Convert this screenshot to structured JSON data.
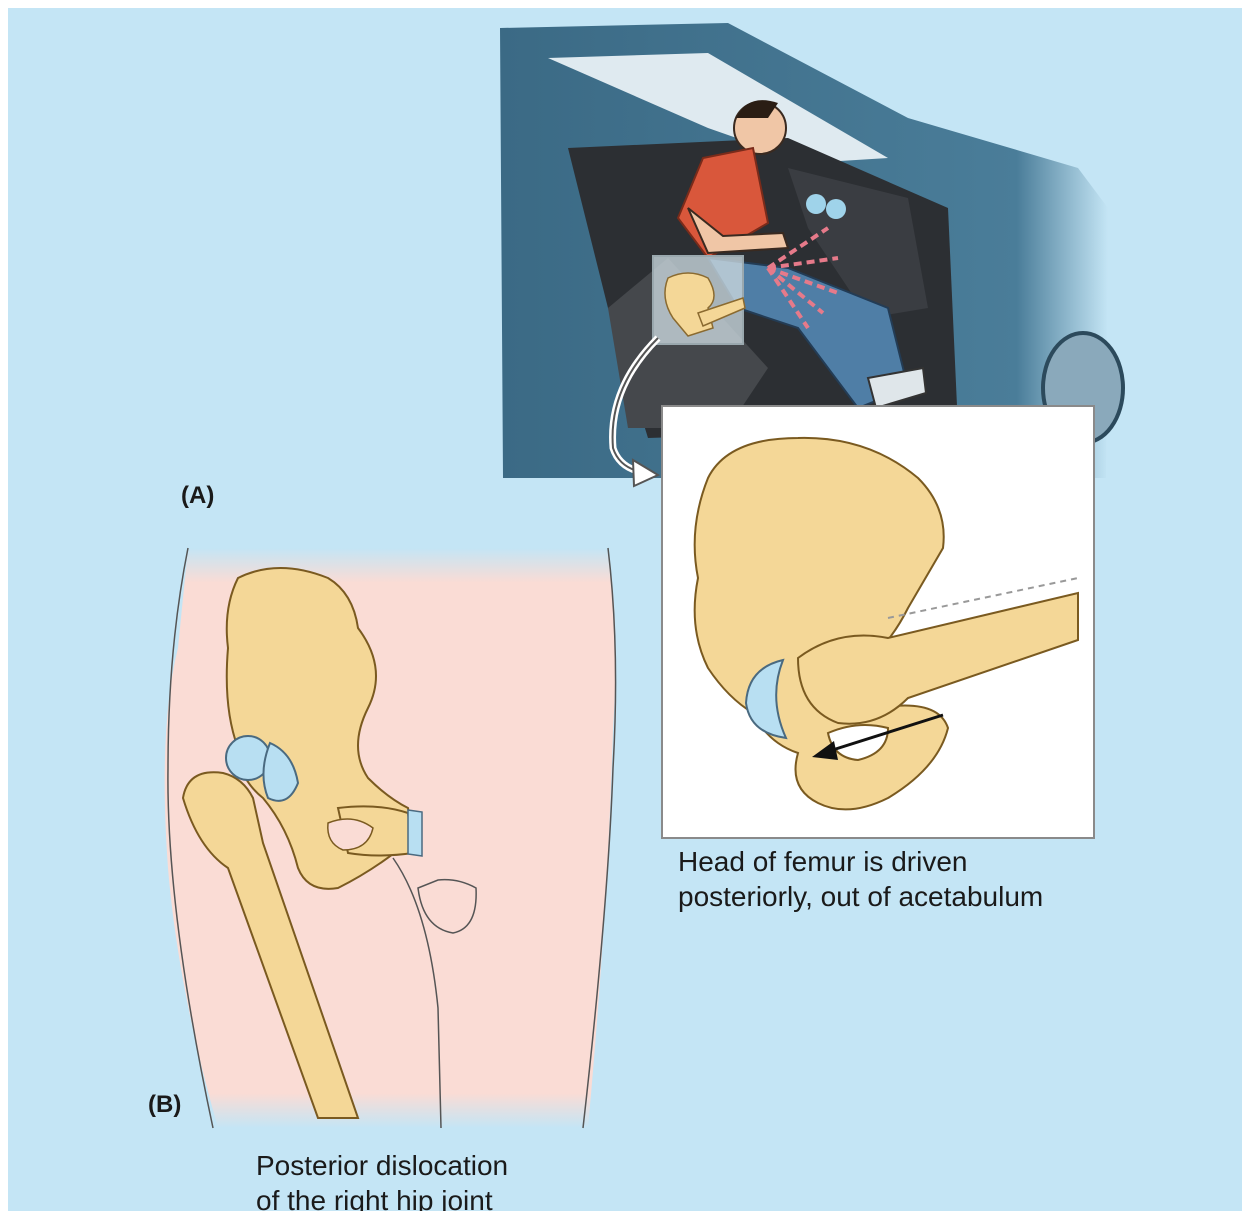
{
  "labels": {
    "panel_a": "(A)",
    "panel_b": "(B)"
  },
  "captions": {
    "femur_head": [
      "Head of femur is driven",
      "posteriorly, out of acetabulum"
    ],
    "dislocation": [
      "Posterior dislocation",
      "of the right hip joint"
    ]
  },
  "colors": {
    "background": "#c4e5f5",
    "bone": "#f4d797",
    "skin": "#fadcd5",
    "cartilage": "#b8dff2",
    "car_body": "#3b6a85",
    "shirt": "#d9573b",
    "jeans": "#4f7ea6"
  }
}
